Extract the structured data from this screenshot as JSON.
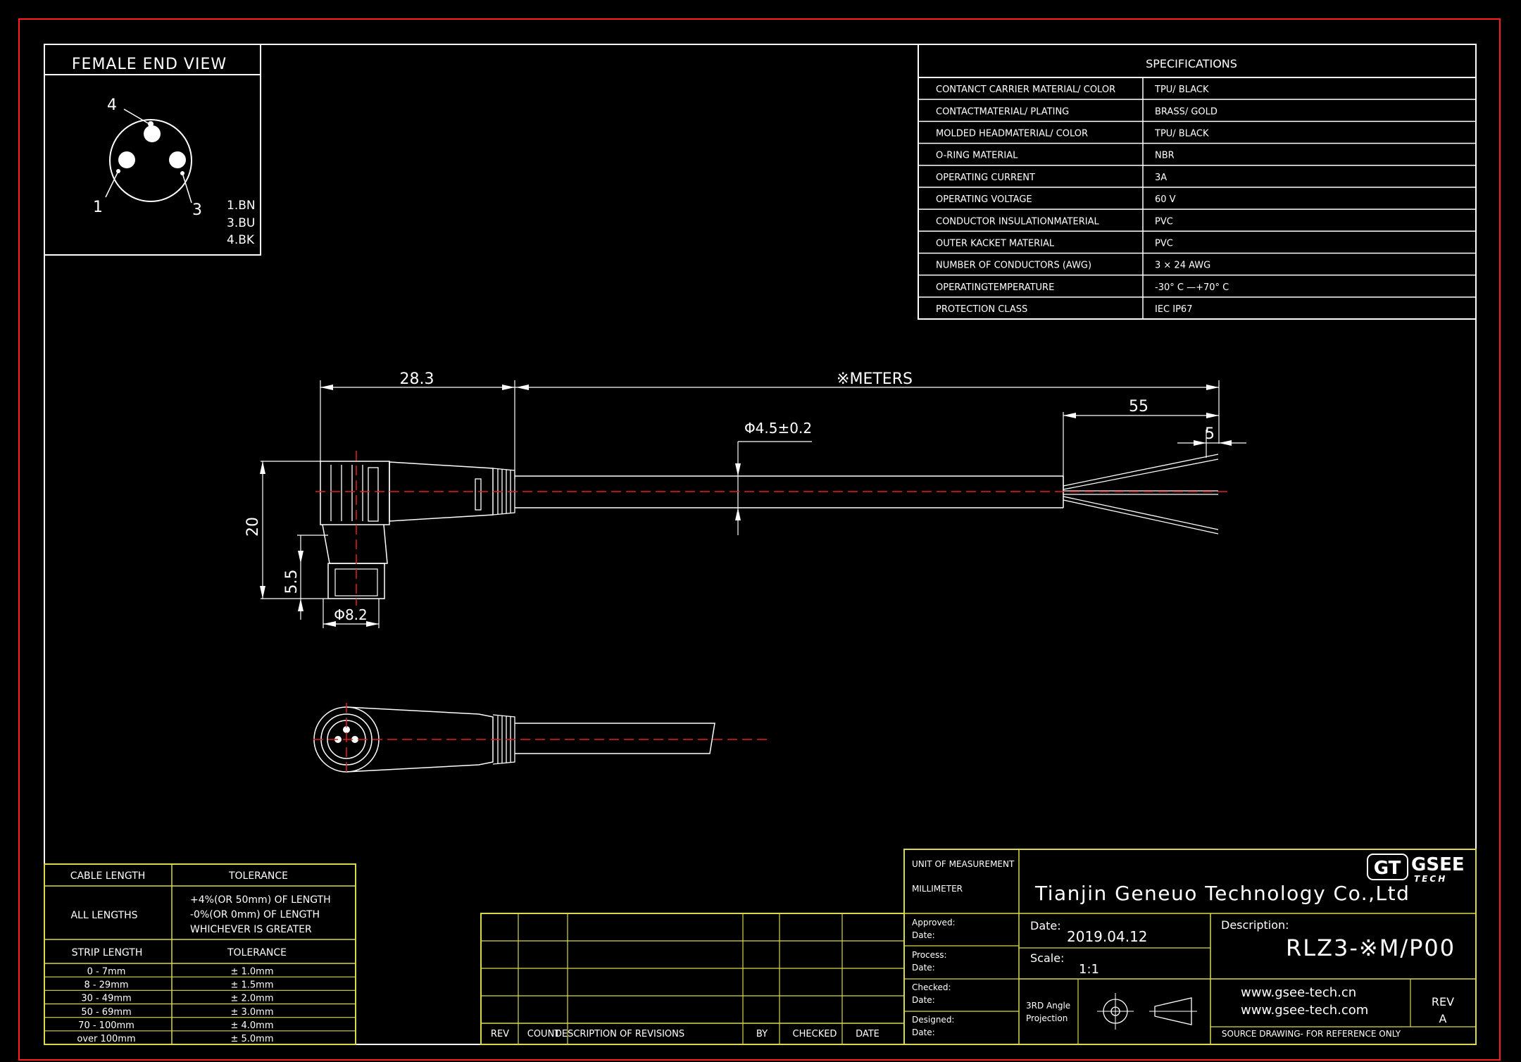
{
  "end_view": {
    "title": "FEMALE END VIEW",
    "pin_labels": [
      "4",
      "1",
      "3"
    ],
    "wire_legend": [
      "1.BN",
      "3.BU",
      "4.BK"
    ]
  },
  "specifications": {
    "title": "SPECIFICATIONS",
    "rows": [
      {
        "label": "CONTANCT CARRIER MATERIAL/ COLOR",
        "value": "TPU/ BLACK"
      },
      {
        "label": "CONTACTMATERIAL/ PLATING",
        "value": "BRASS/ GOLD"
      },
      {
        "label": "MOLDED HEADMATERIAL/ COLOR",
        "value": "TPU/ BLACK"
      },
      {
        "label": "O-RING MATERIAL",
        "value": "NBR"
      },
      {
        "label": "OPERATING CURRENT",
        "value": "3A"
      },
      {
        "label": "OPERATING VOLTAGE",
        "value": "60 V"
      },
      {
        "label": "CONDUCTOR INSULATIONMATERIAL",
        "value": "PVC"
      },
      {
        "label": "OUTER KACKET MATERIAL",
        "value": "PVC"
      },
      {
        "label": "NUMBER OF CONDUCTORS (AWG)",
        "value": "3 × 24 AWG"
      },
      {
        "label": "OPERATINGTEMPERATURE",
        "value": "-30° C —+70° C"
      },
      {
        "label": "PROTECTION CLASS",
        "value": "IEC  IP67"
      }
    ]
  },
  "dimensions": {
    "head_length": "28.3",
    "cable_length": "※METERS",
    "strip_length": "55",
    "conductor_strip": "5",
    "cable_diameter": "Φ4.5±0.2",
    "head_height": "20",
    "nut_height": "5.5",
    "nut_diameter": "Φ8.2"
  },
  "tolerance_table": {
    "headers": [
      "CABLE LENGTH",
      "TOLERANCE"
    ],
    "all_lengths_label": "ALL LENGTHS",
    "all_lengths_tolerance": [
      "+4%(OR 50mm) OF LENGTH",
      "-0%(OR 0mm) OF LENGTH",
      "WHICHEVER  IS  GREATER"
    ],
    "strip_headers": [
      "STRIP LENGTH",
      "TOLERANCE"
    ],
    "strip_rows": [
      [
        "0  -  7mm",
        "± 1.0mm"
      ],
      [
        "8  -  29mm",
        "± 1.5mm"
      ],
      [
        "30  -  49mm",
        "± 2.0mm"
      ],
      [
        "50  -  69mm",
        "± 3.0mm"
      ],
      [
        "70  -  100mm",
        "± 4.0mm"
      ],
      [
        "over 100mm",
        "± 5.0mm"
      ]
    ]
  },
  "revision_table": {
    "headers": [
      "REV",
      "COUNT",
      "DESCRIPTION  OF  REVISIONS",
      "BY",
      "CHECKED",
      "DATE"
    ]
  },
  "title_block": {
    "unit_label": "UNIT OF MEASUREMENT",
    "unit_value": "MILLIMETER",
    "company": "Tianjin Geneuo Technology Co.,Ltd",
    "logo_letters": "GT",
    "logo_brand": "GSEE",
    "logo_sub": "TECH",
    "approved": "Approved:",
    "process": "Process:",
    "checked": "Checked:",
    "designed": "Designed:",
    "date_small": "Date:",
    "date_label": "Date:",
    "date_value": "2019.04.12",
    "scale_label": "Scale:",
    "scale_value": "1:1",
    "description_label": "Description:",
    "description_value": "RLZ3-※M/P00",
    "projection": [
      "3RD Angle",
      "Projection"
    ],
    "url1": "www.gsee-tech.cn",
    "url2": "www.gsee-tech.com",
    "rev_label": "REV",
    "rev_value": "A",
    "source_note": "SOURCE DRAWING- FOR REFERENCE ONLY"
  }
}
